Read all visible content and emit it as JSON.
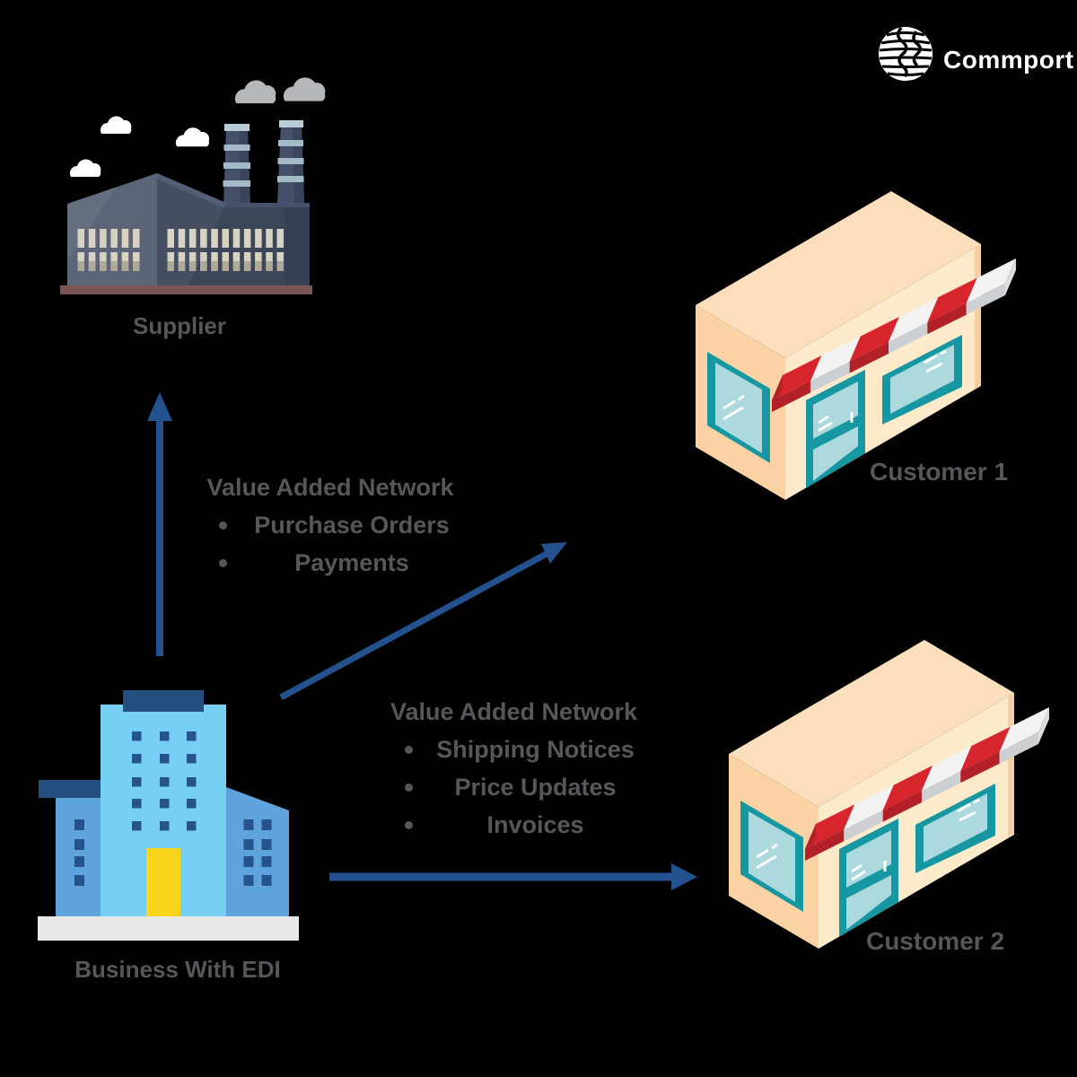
{
  "background_color": "#000000",
  "brand": {
    "name": "Commport",
    "icon": "globe-icon",
    "text_color": "#ffffff"
  },
  "nodes": {
    "supplier": {
      "label": "Supplier",
      "illustration": "factory"
    },
    "business": {
      "label": "Business With EDI",
      "illustration": "office-building"
    },
    "customer1": {
      "label": "Customer 1",
      "illustration": "storefront"
    },
    "customer2": {
      "label": "Customer 2",
      "illustration": "storefront"
    }
  },
  "flows": {
    "business_to_supplier": {
      "title": "Value Added Network",
      "items": [
        "Purchase Orders",
        "Payments"
      ]
    },
    "business_to_customers": {
      "title": "Value Added Network",
      "items": [
        "Shipping Notices",
        "Price Updates",
        "Invoices"
      ]
    }
  },
  "colors": {
    "arrow": "#24528f",
    "text": "#55575a",
    "factory_body": "#3c4659",
    "factory_left_face": "#5c6578",
    "store_wall_front": "#fdeacb",
    "store_wall_left": "#fbd2a4",
    "store_wall_top": "#fbdfbc",
    "awning_red": "#d6252c",
    "awning_white": "#f2f2f3",
    "window_teal": "#1797a1",
    "window_glass": "#abd9dd",
    "building_light_blue": "#76d0f3",
    "building_medium_blue": "#5fa3dc",
    "building_dark_blue": "#254e80",
    "door_yellow": "#fbd51c"
  }
}
